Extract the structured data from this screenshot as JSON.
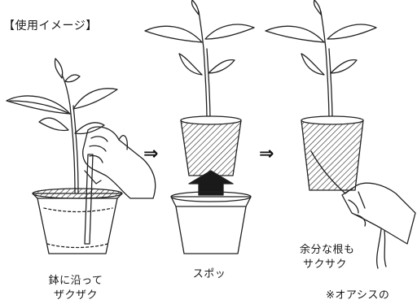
{
  "title": "【使用イメージ】",
  "arrows": [
    "⇒",
    "⇒"
  ],
  "steps": [
    {
      "caption_line1": "鉢に沿って",
      "caption_line2": "ザクザク"
    },
    {
      "caption_line1": "スポッ"
    },
    {
      "caption_line1": "余分な根も",
      "caption_line2": "サクサク"
    }
  ],
  "note": "※オアシスの"
}
